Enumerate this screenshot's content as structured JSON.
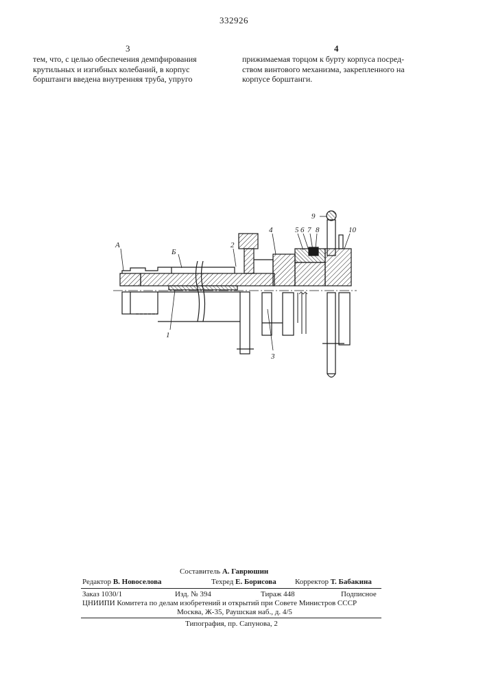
{
  "header": {
    "patent_number": "332926",
    "left_column_number": "3",
    "right_column_number": "4"
  },
  "body": {
    "left_column_lines": [
      "тем, что, с целью обеспечения демпфирования",
      "крутильных и изгибных колебаний, в корпус",
      "борштанги введена внутренняя труба, упруго"
    ],
    "right_column_lines": [
      "прижимаемая торцом к бурту корпуса посред-",
      "ством винтового механизма, закрепленного на",
      "корпусе борштанги."
    ]
  },
  "figure": {
    "labels": [
      "А",
      "Б",
      "1",
      "2",
      "3",
      "4",
      "5",
      "6",
      "7",
      "8",
      "9",
      "10"
    ]
  },
  "colophon": {
    "compiler_label": "Составитель",
    "compiler_name": "А. Гаврюшин",
    "editor_label": "Редактор",
    "editor_name": "В. Новоселова",
    "techred_label": "Техред",
    "techred_name": "Е. Борисова",
    "corrector_label": "Корректор",
    "corrector_name": "Т. Бабакина",
    "order": "Заказ 1030/1",
    "publ_no": "Изд. № 394",
    "circulation": "Тираж 448",
    "subscription": "Подписное",
    "org_line": "ЦНИИПИ Комитета по делам изобретений и открытий при Совете Министров СССР",
    "address": "Москва, Ж-35, Раушская наб., д. 4/5",
    "printer": "Типография, пр. Сапунова, 2"
  }
}
